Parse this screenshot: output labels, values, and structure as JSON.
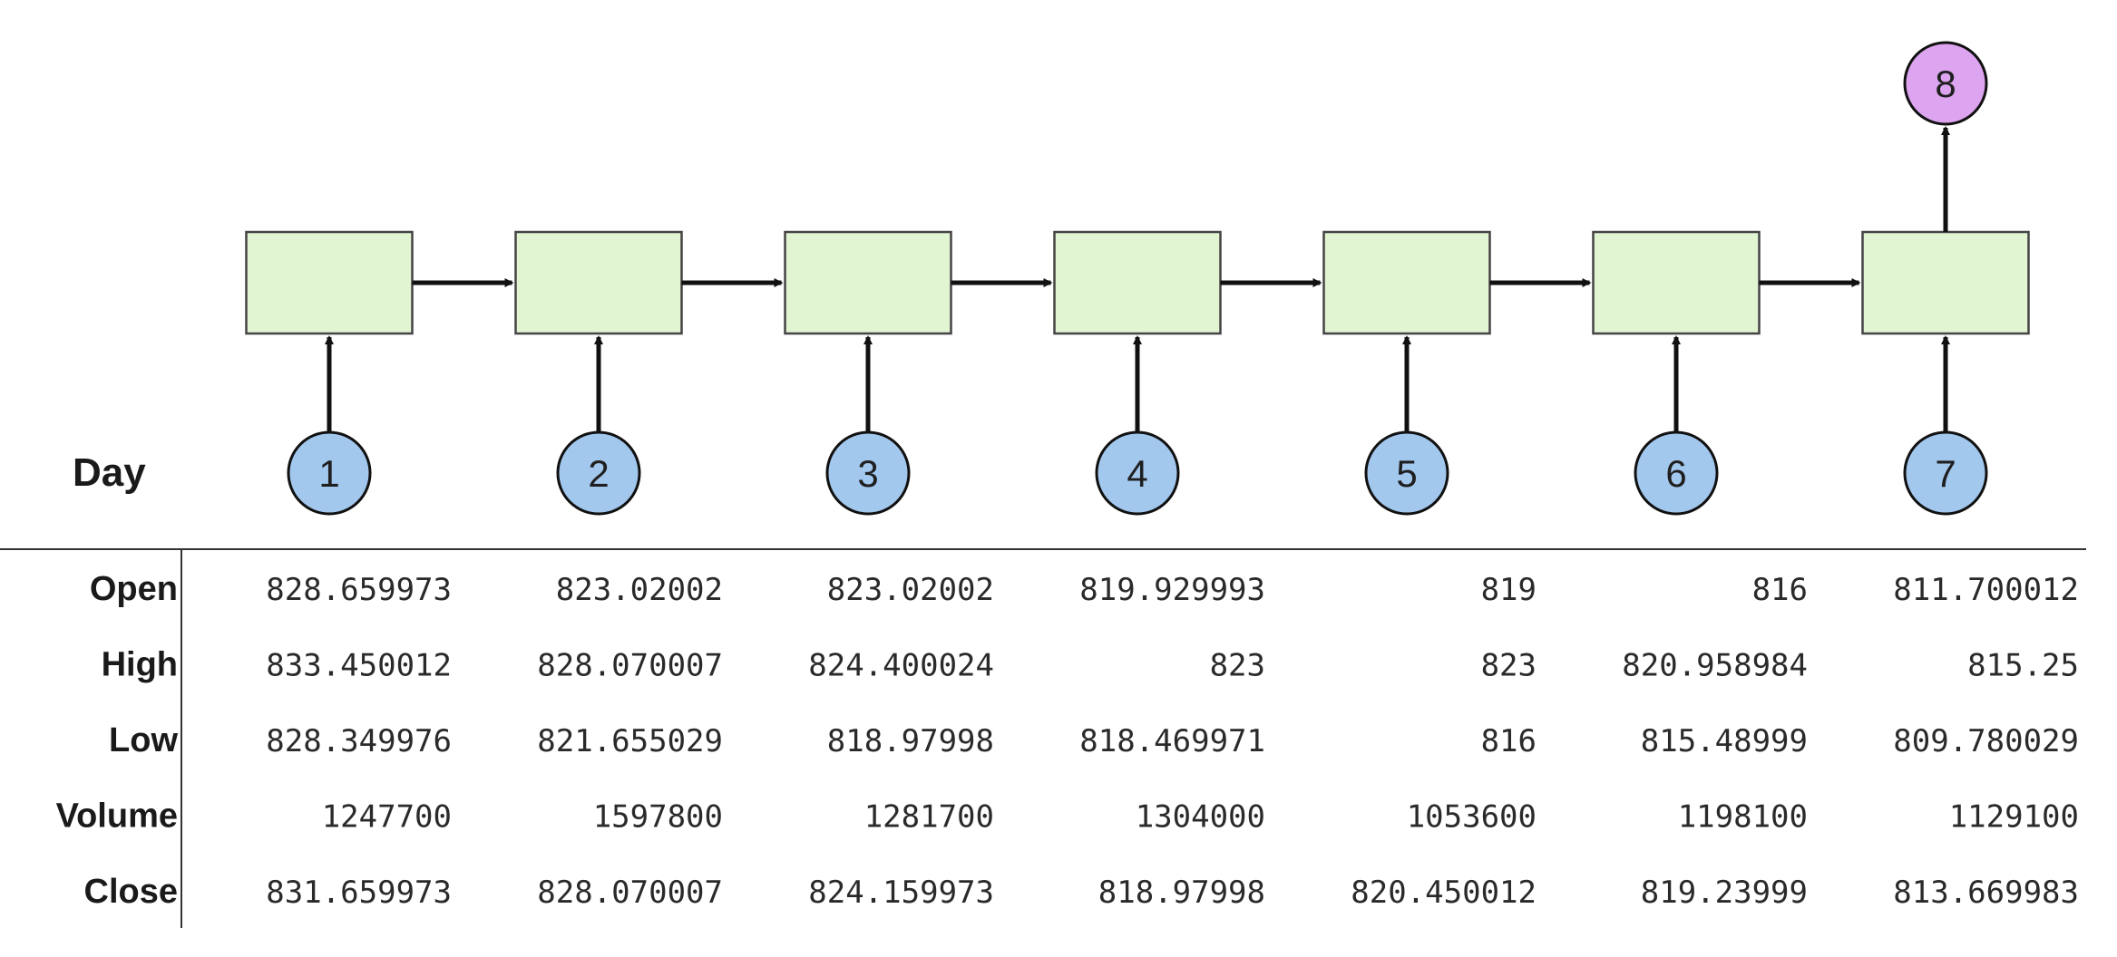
{
  "day_label": "Day",
  "days": [
    "1",
    "2",
    "3",
    "4",
    "5",
    "6",
    "7"
  ],
  "output": "8",
  "colors": {
    "cell_fill": "#e2f5d3",
    "input_fill": "#a3c8ee",
    "output_fill": "#dda4ef",
    "stroke": "#111111"
  },
  "table": {
    "rows": [
      {
        "label": "Open",
        "values": [
          "828.659973",
          "823.02002",
          "823.02002",
          "819.929993",
          "819",
          "816",
          "811.700012"
        ]
      },
      {
        "label": "High",
        "values": [
          "833.450012",
          "828.070007",
          "824.400024",
          "823",
          "823",
          "820.958984",
          "815.25"
        ]
      },
      {
        "label": "Low",
        "values": [
          "828.349976",
          "821.655029",
          "818.97998",
          "818.469971",
          "816",
          "815.48999",
          "809.780029"
        ]
      },
      {
        "label": "Volume",
        "values": [
          "1247700",
          "1597800",
          "1281700",
          "1304000",
          "1053600",
          "1198100",
          "1129100"
        ]
      },
      {
        "label": "Close",
        "values": [
          "831.659973",
          "828.070007",
          "824.159973",
          "818.97998",
          "820.450012",
          "819.23999",
          "813.669983"
        ]
      }
    ]
  }
}
